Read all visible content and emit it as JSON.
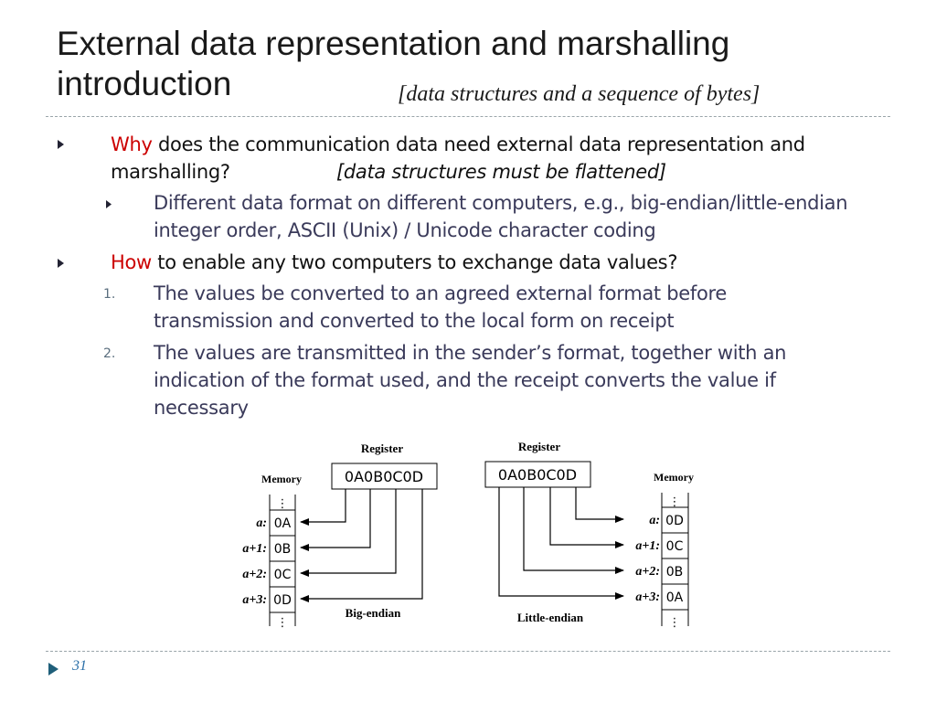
{
  "slide": {
    "title_line1": "External data representation and marshalling",
    "title_line2": "introduction",
    "subtitle": "[data structures and a sequence of bytes]",
    "page_number": "31"
  },
  "bullets": {
    "why_keyword": "Why",
    "why_text_1": " does the communication data need external data representation and",
    "why_text_2": "marshalling?",
    "why_note": "[data structures must be flattened]",
    "sub1_line1": "Different data format on different computers, e.g., big-endian/little-endian",
    "sub1_line2": "integer order, ASCII (Unix) / Unicode character coding",
    "how_keyword": "How",
    "how_text": " to enable any two computers to exchange data values?",
    "num1_marker": "1.",
    "num1_line1": "The values be converted to an agreed external format before",
    "num1_line2": "transmission and converted to the local form on receipt",
    "num2_marker": "2.",
    "num2_line1": "The values are transmitted in the sender’s format, together with an",
    "num2_line2": "indication of the format used, and the receipt converts the value if",
    "num2_line3": "necessary"
  },
  "figure": {
    "big_endian": {
      "register_label": "Register",
      "register_value": "0A0B0C0D",
      "memory_label": "Memory",
      "addresses": [
        "a:",
        "a+1:",
        "a+2:",
        "a+3:"
      ],
      "cells": [
        "0A",
        "0B",
        "0C",
        "0D"
      ],
      "caption": "Big-endian",
      "ellipsis": "⋮"
    },
    "little_endian": {
      "register_label": "Register",
      "register_value": "0A0B0C0D",
      "memory_label": "Memory",
      "addresses": [
        "a:",
        "a+1:",
        "a+2:",
        "a+3:"
      ],
      "cells": [
        "0D",
        "0C",
        "0B",
        "0A"
      ],
      "caption": "Little-endian",
      "ellipsis": "⋮"
    }
  },
  "colors": {
    "keyword_red": "#cc0000",
    "rule_gray": "#9aa5aa",
    "page_num_blue": "#2a6fa8",
    "marker_teal": "#1f5f7a"
  },
  "icons": {
    "bullet": "triangle-bullet-icon",
    "footer_marker": "triangle-marker-icon"
  }
}
